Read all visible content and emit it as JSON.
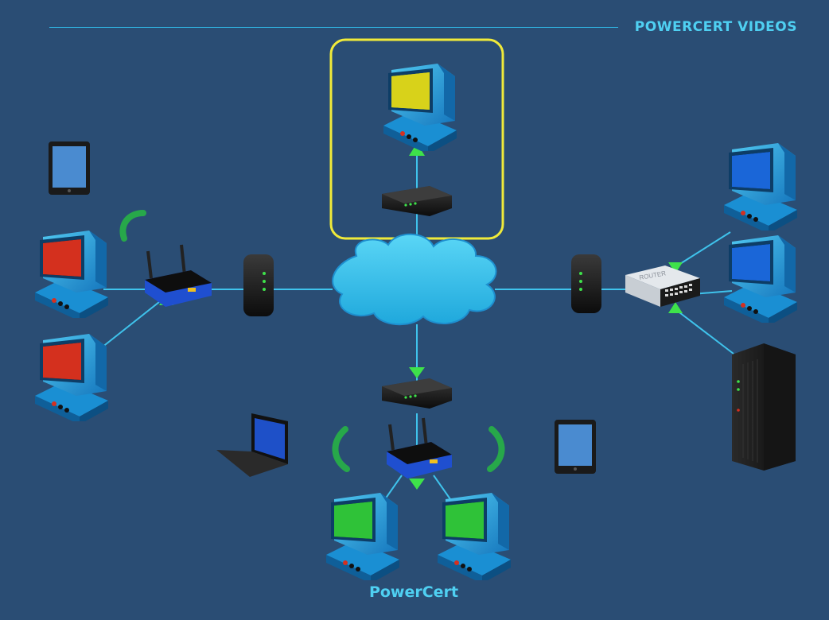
{
  "header": {
    "brand": "POWERCERT VIDEOS"
  },
  "footer": {
    "label": "PowerCert"
  },
  "colors": {
    "background": "#2a4d74",
    "link_line": "#3fc3ec",
    "cloud": "#3cc3ee",
    "highlight_box": "#f0ea3a",
    "wireless_arc": "#27a84a",
    "pc_red_screen": "#d4301e",
    "pc_yellow_screen": "#d8d21a",
    "pc_green_screen": "#2fc238",
    "pc_blue_screen": "#1a66d8"
  },
  "devices": {
    "router_box_label": "ROUTER"
  }
}
